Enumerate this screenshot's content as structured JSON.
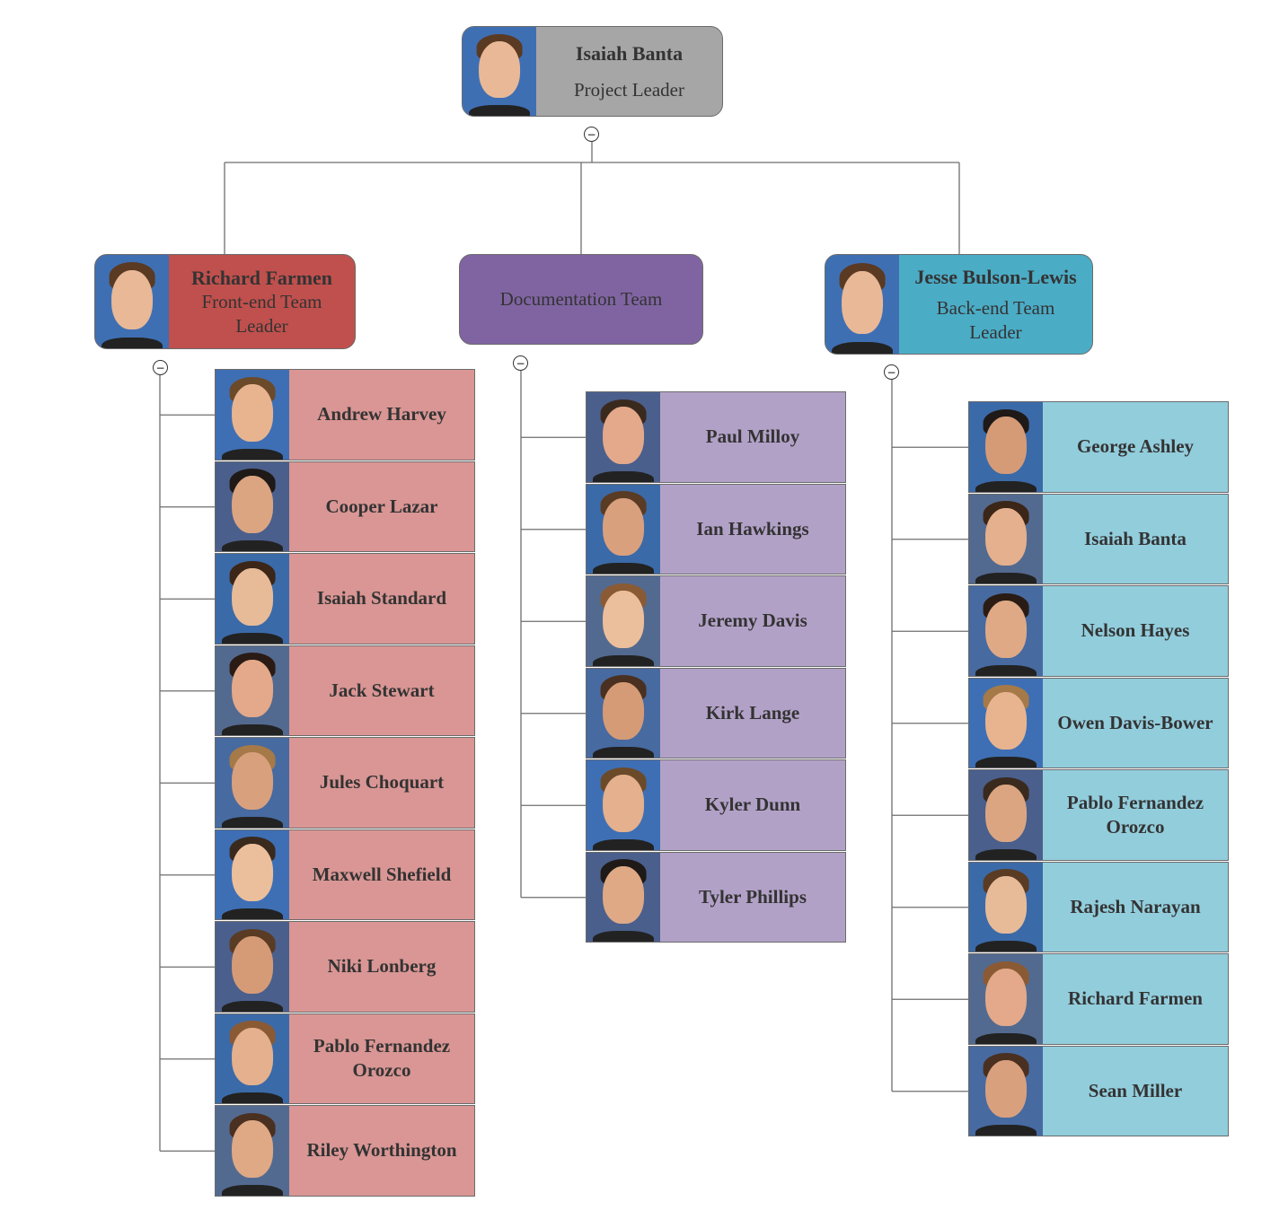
{
  "root": {
    "name": "Isaiah Banta",
    "role": "Project Leader",
    "color": "#a6a6a6"
  },
  "teams": [
    {
      "id": "frontend",
      "leader_name": "Richard Farmen",
      "leader_role": "Front-end Team Leader",
      "header_color": "#c0504d",
      "member_color": "#d99694",
      "members": [
        "Andrew Harvey",
        "Cooper Lazar",
        "Isaiah Standard",
        "Jack Stewart",
        "Jules Choquart",
        "Maxwell Shefield",
        "Niki Lonberg",
        "Pablo Fernandez Orozco",
        "Riley Worthington"
      ]
    },
    {
      "id": "documentation",
      "title": "Documentation Team",
      "header_color": "#8064a2",
      "member_color": "#b2a1c7",
      "members": [
        "Paul Milloy",
        "Ian Hawkings",
        "Jeremy Davis",
        "Kirk Lange",
        "Kyler Dunn",
        "Tyler Phillips"
      ]
    },
    {
      "id": "backend",
      "leader_name": "Jesse Bulson-Lewis",
      "leader_role": "Back-end Team Leader",
      "header_color": "#4bacc6",
      "member_color": "#92cddc",
      "members": [
        "George Ashley",
        "Isaiah Banta",
        "Nelson Hayes",
        "Owen Davis-Bower",
        "Pablo Fernandez Orozco",
        "Rajesh Narayan",
        "Richard Farmen",
        "Sean Miller"
      ]
    }
  ],
  "icons": {
    "collapse": "minus-circle-icon",
    "photo": "person-photo-icon"
  },
  "collapse_symbol": "−"
}
